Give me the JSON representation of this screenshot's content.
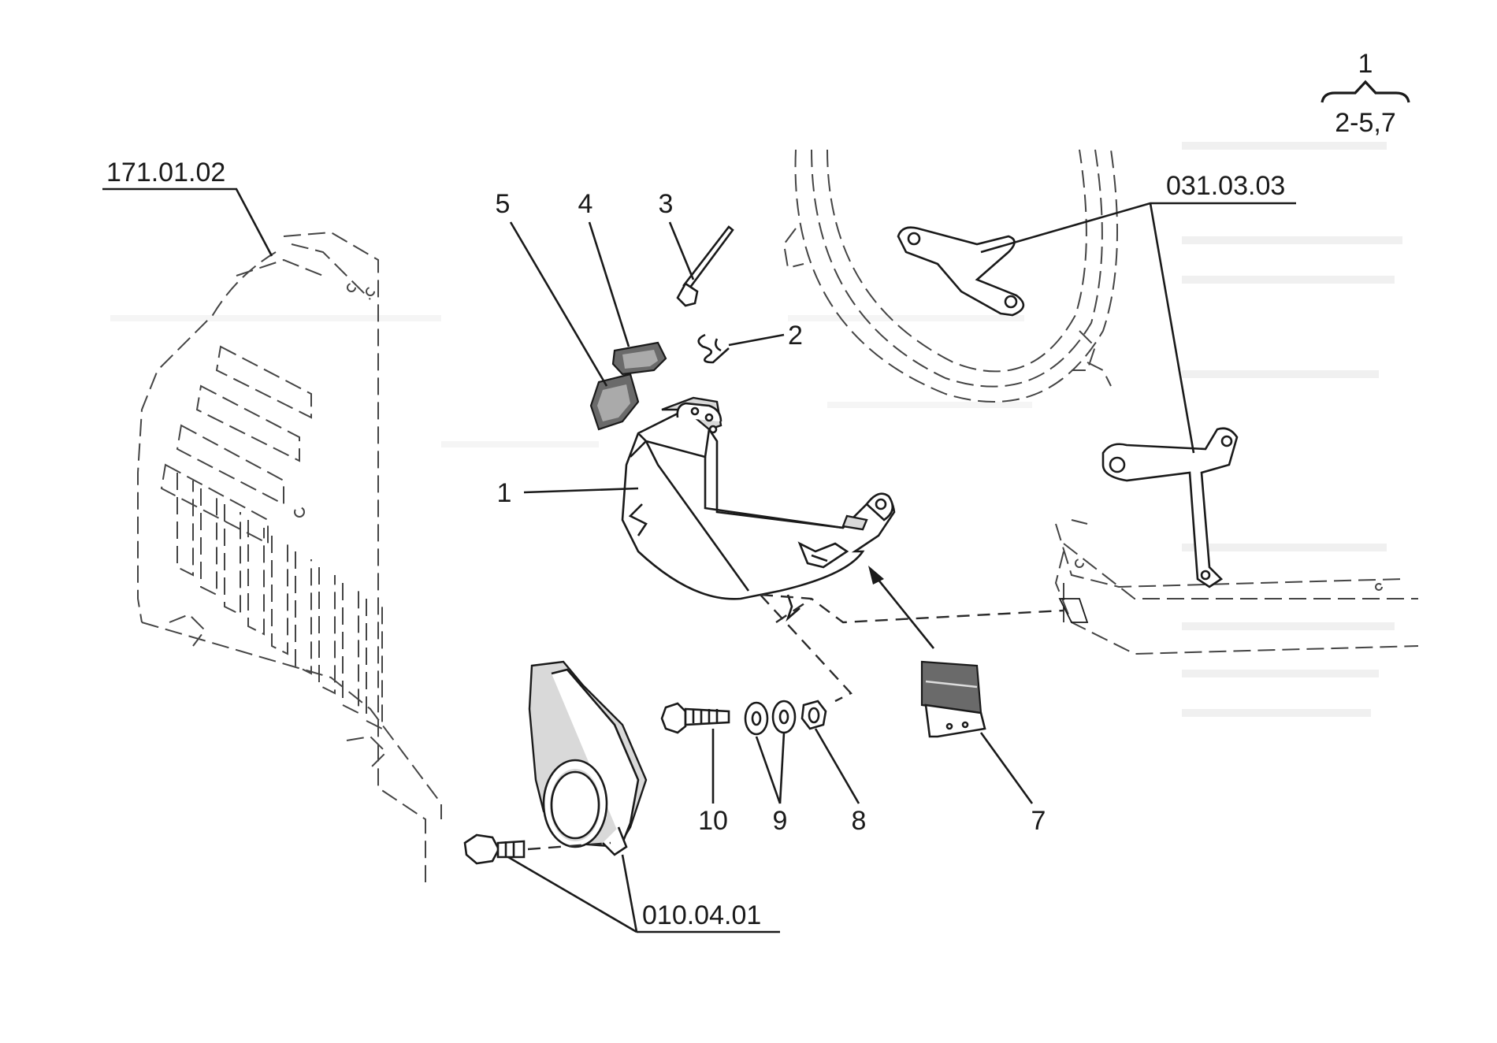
{
  "callouts": {
    "assembly_ref": "1",
    "assembly_range": "2-5,7",
    "ref_hood": "171.01.02",
    "ref_fan_shroud": "031.03.03",
    "ref_fastener": "010.04.01"
  },
  "items": {
    "item_1": "1",
    "item_2": "2",
    "item_3": "3",
    "item_4": "4",
    "item_5": "5",
    "item_7": "7",
    "item_8": "8",
    "item_9": "9",
    "item_10": "10"
  }
}
